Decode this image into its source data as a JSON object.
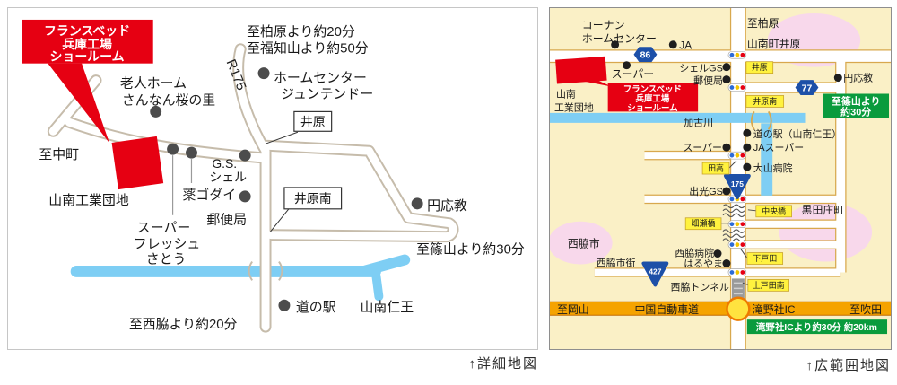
{
  "colors": {
    "red": "#E60012",
    "river": "#7ECEF4",
    "map_bg": "#FAF0C6",
    "green": "#0A9B3D",
    "orange": "#F5A300",
    "badge_blue": "#1D50A8",
    "pink": "#F8D8EB",
    "label_yellow": "#FFF23F"
  },
  "captions": {
    "detail": "↑詳細地図",
    "wide": "↑広範囲地図"
  },
  "left": {
    "callout1": "フランスベッド",
    "callout2": "兵庫工場",
    "callout3": "ショールーム",
    "to_kaibara": "至柏原より約20分",
    "to_fukuchiyama": "至福知山より約50分",
    "r175": "R175",
    "homecenter1": "ホームセンター",
    "homecenter2": "ジュンテンドー",
    "oldhome1": "老人ホーム",
    "oldhome2": "さんなん桜の里",
    "ibara": "井原",
    "to_nakacho": "至中町",
    "kogyodanchi": "山南工業団地",
    "gs1": "G.S.",
    "gs2": "シェル",
    "kusuri": "薬ゴダイ",
    "yubin": "郵便局",
    "super1": "スーパー",
    "super2": "フレッシュ",
    "super3": "さとう",
    "ibara_minami": "井原南",
    "ennokyo": "円応教",
    "to_sasayama": "至篠山より約30分",
    "to_nishiwaki": "至西脇より約20分",
    "michinoeki": "道の駅",
    "sannan_nio": "山南仁王"
  },
  "right": {
    "konan1": "コーナン",
    "konan2": "ホームセンター",
    "ja": "JA",
    "r86": "86",
    "r77": "77",
    "r175": "175",
    "r427": "427",
    "super_top": "スーパー",
    "shell_gs": "シェルGS",
    "yubin": "郵便局",
    "sannan1": "山南",
    "sannan2": "工業団地",
    "callout1": "フランスベッド",
    "callout2": "兵庫工場",
    "callout3": "ショールーム",
    "to_kaibara": "至柏原",
    "sannancho_ibara": "山南町井原",
    "ibara": "井原",
    "ennokyo": "円応教",
    "ibara_minami": "井原南",
    "green_sasayama1": "至篠山より",
    "green_sasayama2": "約30分",
    "kakogawa": "加古川",
    "michinoeki": "道の駅（山南仁王）",
    "ja_super": "JAスーパー",
    "super_mid": "スーパー",
    "tadaka": "田高",
    "oyama": "大山病院",
    "idemitsu": "出光GS",
    "chuobashi": "中央橋",
    "kurodasho": "黒田庄町",
    "hatasebashi": "畑瀬橋",
    "nishiwaki_shi": "西脇市",
    "nishiwaki_shigai": "西脇市街",
    "nishiwaki_byoin": "西脇病院",
    "haruyama": "はるやま",
    "shimotoda": "下戸田",
    "tunnel": "西脇トンネル",
    "kamitoda": "上戸田南",
    "to_okayama": "至岡山",
    "chugoku_expwy": "中国自動車道",
    "takinosha_ic": "滝野社IC",
    "to_suita": "至吹田",
    "green_ic": "滝野社ICより約30分 約20km"
  }
}
